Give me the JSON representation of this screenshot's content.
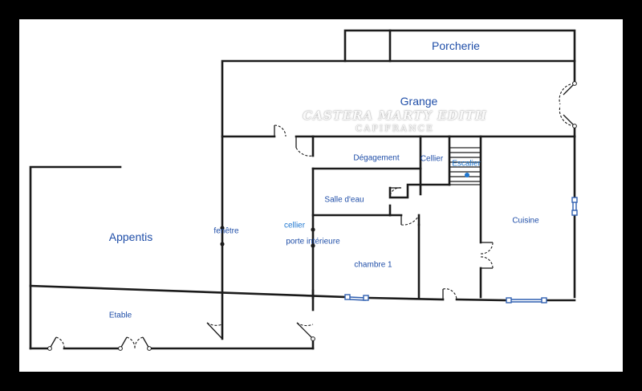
{
  "labels": {
    "porcherie": "Porcherie",
    "grange": "Grange",
    "degagement": "Dégagement",
    "cellier_top": "Cellier",
    "escalier": "Escalier",
    "salle_deau": "Salle d'eau",
    "cuisine": "Cuisine",
    "appentis": "Appentis",
    "fenetre": "fenêtre",
    "cellier_note": "cellier",
    "porte_interieure": "porte intérieure",
    "chambre": "chambre 1",
    "etable": "Etable"
  },
  "watermark": {
    "title": "CASTERA MARTY EDITH",
    "subtitle": "CAPIFRANCE"
  },
  "colors": {
    "label": "#1f4ea8",
    "note": "#1f77d0",
    "window": "#2f5fb0"
  }
}
